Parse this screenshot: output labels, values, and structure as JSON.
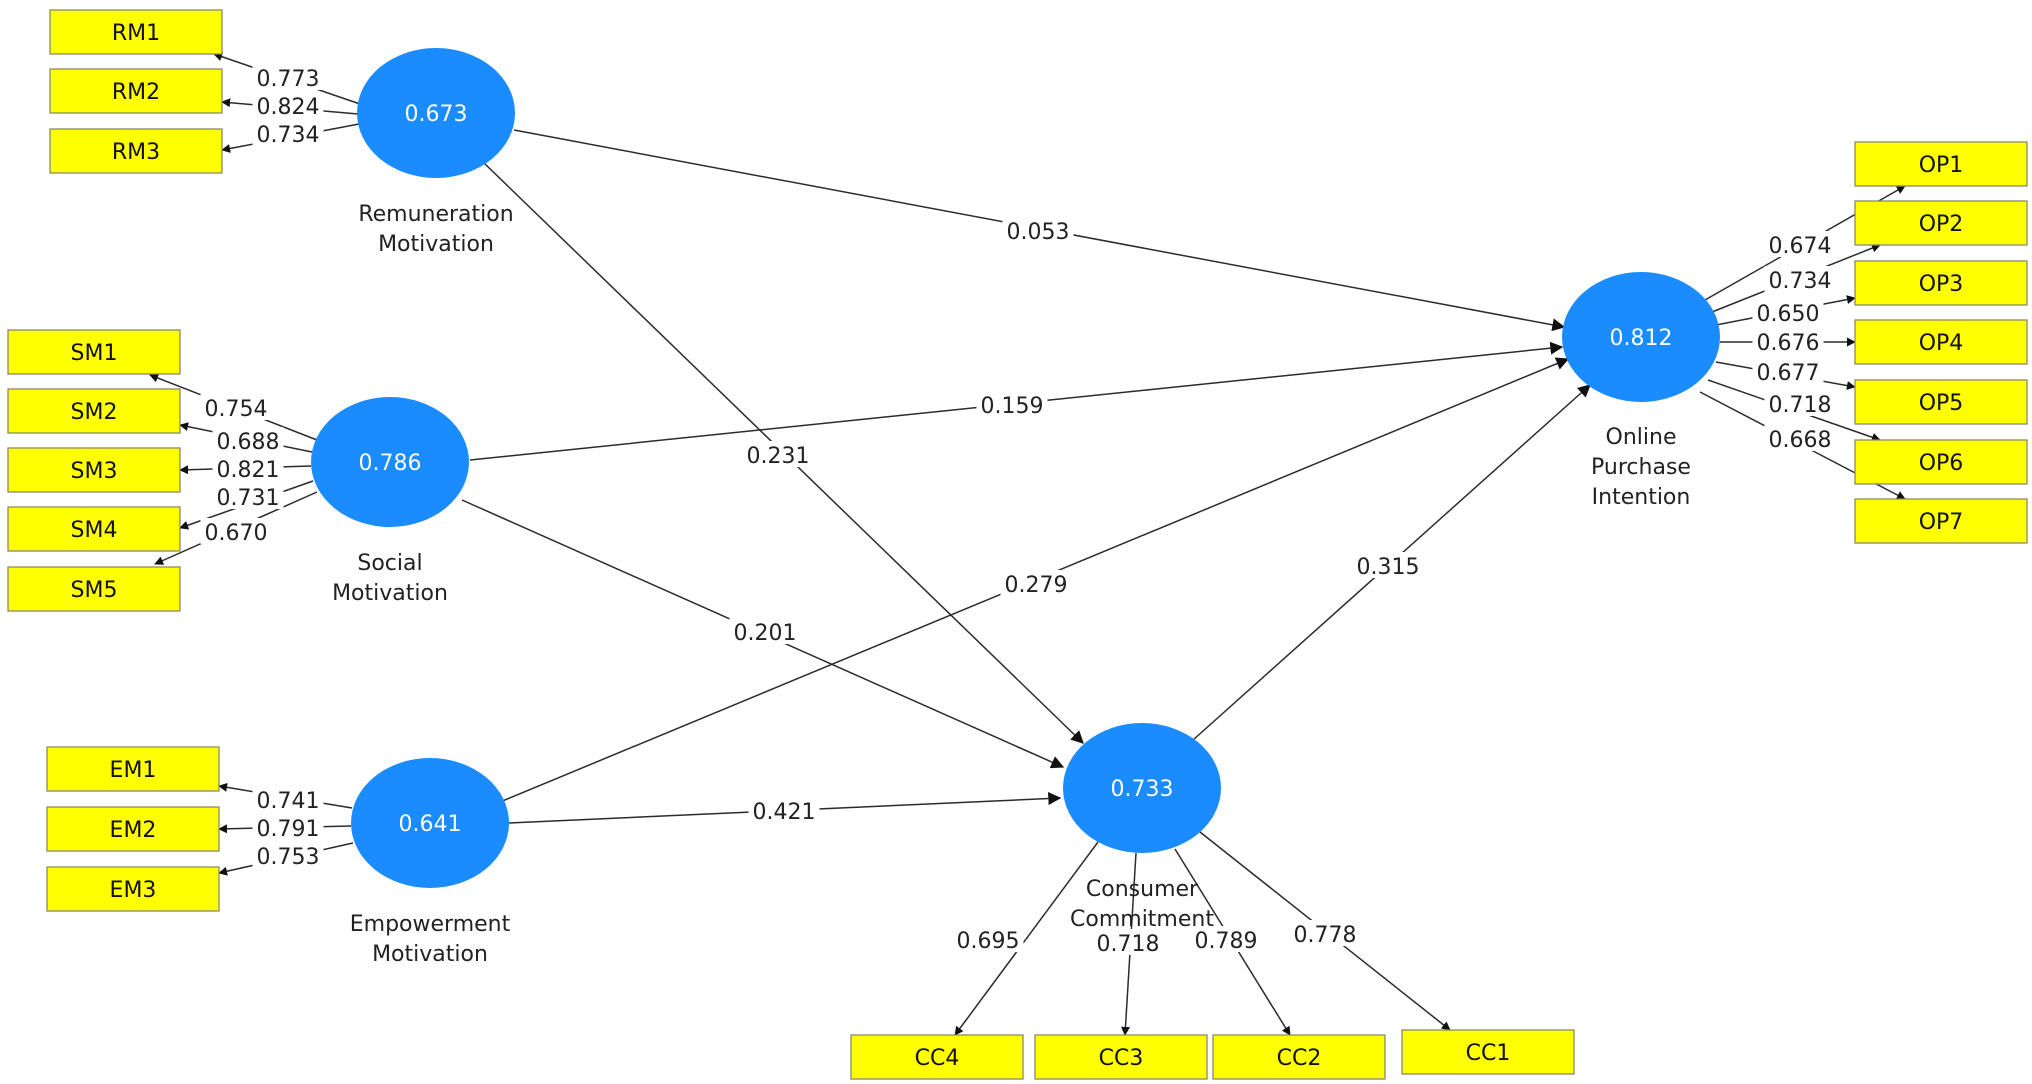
{
  "colors": {
    "construct": "#1a8cff",
    "indicator": "#ffff00",
    "edge": "#2b2b2b"
  },
  "constructs": [
    {
      "id": "rm",
      "name": [
        "Remuneration",
        "Motivation"
      ],
      "value": "0.673"
    },
    {
      "id": "sm",
      "name": [
        "Social",
        "Motivation"
      ],
      "value": "0.786"
    },
    {
      "id": "em",
      "name": [
        "Empowerment",
        "Motivation"
      ],
      "value": "0.641"
    },
    {
      "id": "cc",
      "name": [
        "Consumer",
        "Commitment"
      ],
      "value": "0.733"
    },
    {
      "id": "op",
      "name": [
        "Online",
        "Purchase",
        "Intention"
      ],
      "value": "0.812"
    }
  ],
  "indicators": [
    {
      "id": "RM1",
      "label": "RM1",
      "construct": "rm",
      "loading": "0.773"
    },
    {
      "id": "RM2",
      "label": "RM2",
      "construct": "rm",
      "loading": "0.824"
    },
    {
      "id": "RM3",
      "label": "RM3",
      "construct": "rm",
      "loading": "0.734"
    },
    {
      "id": "SM1",
      "label": "SM1",
      "construct": "sm",
      "loading": "0.754"
    },
    {
      "id": "SM2",
      "label": "SM2",
      "construct": "sm",
      "loading": "0.688"
    },
    {
      "id": "SM3",
      "label": "SM3",
      "construct": "sm",
      "loading": "0.821"
    },
    {
      "id": "SM4",
      "label": "SM4",
      "construct": "sm",
      "loading": "0.731"
    },
    {
      "id": "SM5",
      "label": "SM5",
      "construct": "sm",
      "loading": "0.670"
    },
    {
      "id": "EM1",
      "label": "EM1",
      "construct": "em",
      "loading": "0.741"
    },
    {
      "id": "EM2",
      "label": "EM2",
      "construct": "em",
      "loading": "0.791"
    },
    {
      "id": "EM3",
      "label": "EM3",
      "construct": "em",
      "loading": "0.753"
    },
    {
      "id": "OP1",
      "label": "OP1",
      "construct": "op",
      "loading": "0.674"
    },
    {
      "id": "OP2",
      "label": "OP2",
      "construct": "op",
      "loading": "0.734"
    },
    {
      "id": "OP3",
      "label": "OP3",
      "construct": "op",
      "loading": "0.650"
    },
    {
      "id": "OP4",
      "label": "OP4",
      "construct": "op",
      "loading": "0.676"
    },
    {
      "id": "OP5",
      "label": "OP5",
      "construct": "op",
      "loading": "0.677"
    },
    {
      "id": "OP6",
      "label": "OP6",
      "construct": "op",
      "loading": "0.718"
    },
    {
      "id": "OP7",
      "label": "OP7",
      "construct": "op",
      "loading": "0.668"
    },
    {
      "id": "CC4",
      "label": "CC4",
      "construct": "cc",
      "loading": "0.695"
    },
    {
      "id": "CC3",
      "label": "CC3",
      "construct": "cc",
      "loading": "0.718"
    },
    {
      "id": "CC2",
      "label": "CC2",
      "construct": "cc",
      "loading": "0.789"
    },
    {
      "id": "CC1",
      "label": "CC1",
      "construct": "cc",
      "loading": "0.778"
    }
  ],
  "paths": [
    {
      "from": "rm",
      "to": "op",
      "coefficient": "0.053"
    },
    {
      "from": "rm",
      "to": "cc",
      "coefficient": "0.231"
    },
    {
      "from": "sm",
      "to": "op",
      "coefficient": "0.159"
    },
    {
      "from": "sm",
      "to": "cc",
      "coefficient": "0.201"
    },
    {
      "from": "em",
      "to": "op",
      "coefficient": "0.279"
    },
    {
      "from": "em",
      "to": "cc",
      "coefficient": "0.421"
    },
    {
      "from": "cc",
      "to": "op",
      "coefficient": "0.315"
    }
  ]
}
